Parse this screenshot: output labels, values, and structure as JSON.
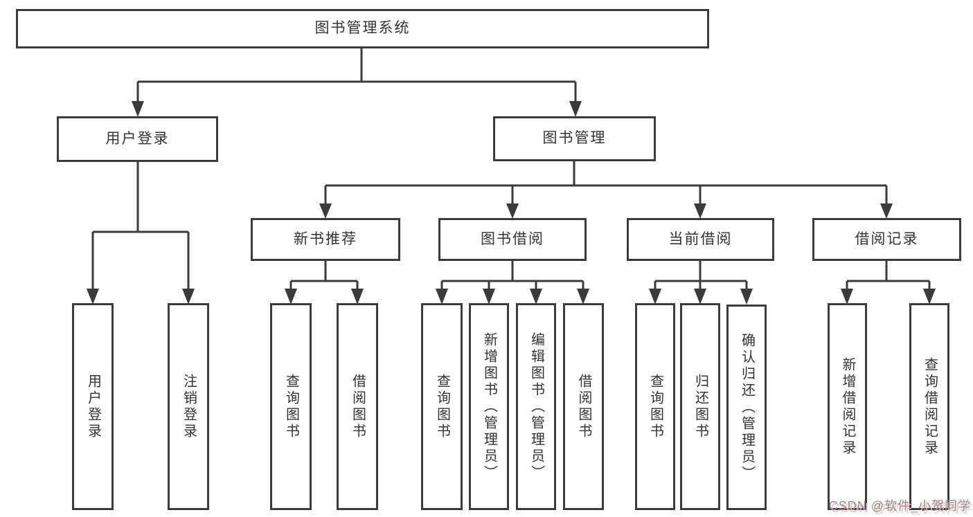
{
  "diagram": {
    "title": "图书管理系统",
    "root": {
      "label": "图书管理系统"
    },
    "branches": [
      {
        "label": "用户登录",
        "children": [
          {
            "label": "用户登录"
          },
          {
            "label": "注销登录"
          }
        ]
      },
      {
        "label": "图书管理",
        "children": [
          {
            "label": "新书推荐",
            "children": [
              {
                "label": "查询图书"
              },
              {
                "label": "借阅图书"
              }
            ]
          },
          {
            "label": "图书借阅",
            "children": [
              {
                "label": "查询图书"
              },
              {
                "label": "新增图书（管理员）"
              },
              {
                "label": "编辑图书（管理员）"
              },
              {
                "label": "借阅图书"
              }
            ]
          },
          {
            "label": "当前借阅",
            "children": [
              {
                "label": "查询图书"
              },
              {
                "label": "归还图书"
              },
              {
                "label": "确认归还（管理员）"
              }
            ]
          },
          {
            "label": "借阅记录",
            "children": [
              {
                "label": "新增借阅记录"
              },
              {
                "label": "查询借阅记录"
              }
            ]
          }
        ]
      }
    ]
  },
  "watermark": {
    "text": "CSDN @软件_小贺同学"
  },
  "colors": {
    "line": "#3b3b3b",
    "box_border": "#3b3b3b",
    "box_fill": "#ffffff",
    "text": "#333333",
    "watermark_text": "#8f8f8f",
    "watermark_shadow": "#f3bcbc"
  }
}
